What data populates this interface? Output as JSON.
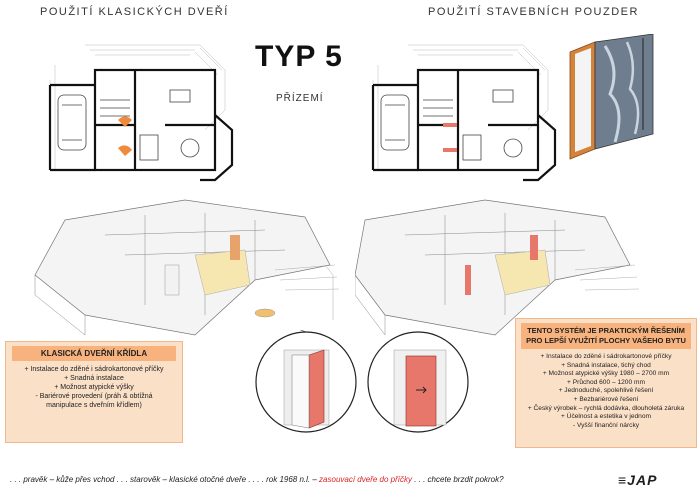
{
  "header": {
    "left_title": "POUŽITÍ   KLASICKÝCH   DVEŘÍ",
    "right_title": "POUŽITÍ   STAVEBNÍCH   POUZDER",
    "type_title": "TYP 5",
    "floor_label": "PŘÍZEMÍ"
  },
  "left_box": {
    "title": "KLASICKÁ DVEŘNÍ KŘÍDLA",
    "items": [
      "+ Instalace do zděné i sádrokartonové příčky",
      "+ Snadná instalace",
      "+ Možnost atypické výšky",
      "- Bariérové provedení (práh & obtížná",
      "manipulace s dveřním křídlem)"
    ]
  },
  "right_box": {
    "title_line1": "TENTO SYSTÉM JE PRAKTICKÝM ŘEŠENÍM",
    "title_line2": "PRO LEPŠÍ VYUŽITÍ PLOCHY VAŠEHO BYTU",
    "items": [
      "+ Instalace do zděné i sádrokartonové příčky",
      "+ Snadná instalace, tichý chod",
      "+ Možnost atypické výšky 1980 – 2700 mm",
      "+ Průchod 600 – 1200 mm",
      "+ Jednoduché, spolehlivé řešení",
      "+ Bezbariérové řešení",
      "+ Český výrobek – rychlá dodávka, dlouholetá záruka",
      "+ Účelnost a estetika v jednom",
      "- Vyšší finanční nárcky"
    ]
  },
  "footer": {
    "part1": ". . . pravěk – kůže přes vchod . . . starověk – klasické otočné dveře . . . . rok 1968 n.l. – ",
    "part2": "zasouvací dveře do příčky",
    "part3": " . . . chcete brzdit pokrok?",
    "logo": "≡JAP"
  },
  "colors": {
    "orange_fill": "#fbe0c8",
    "orange_title": "#f7b27d",
    "door_red": "#e8776b",
    "footer_red": "#d8262b"
  }
}
